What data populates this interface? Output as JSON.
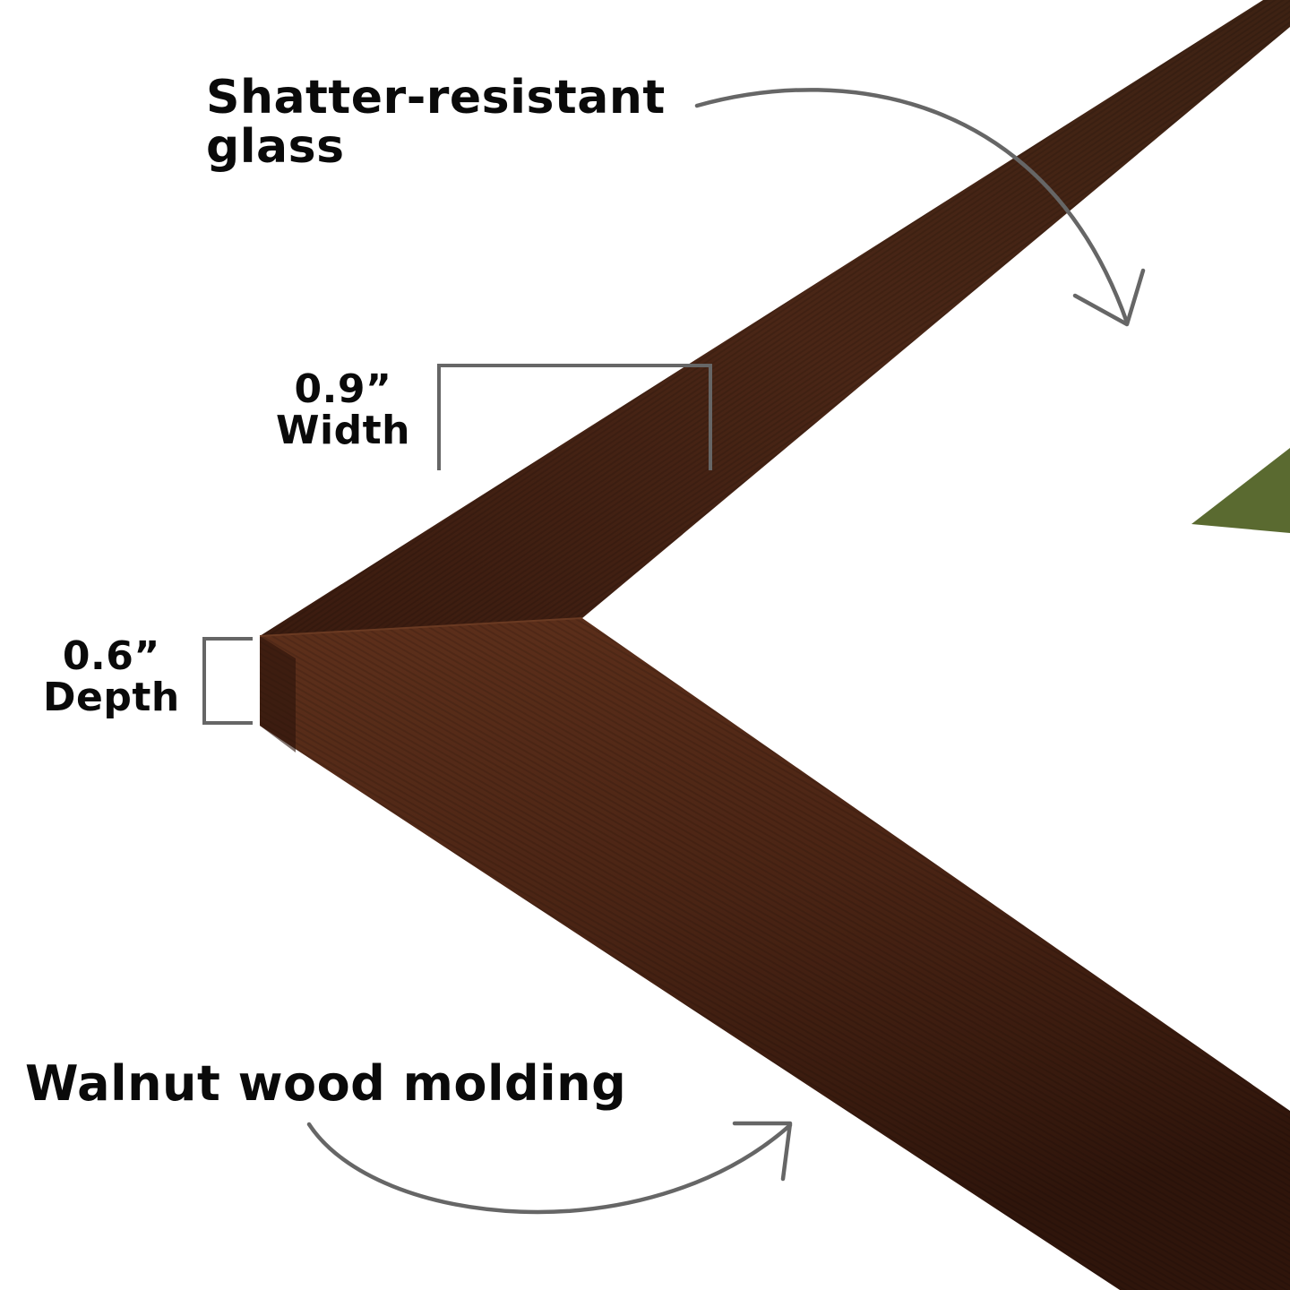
{
  "callouts": {
    "glass": {
      "line1": "Shatter-resistant",
      "line2": "glass"
    },
    "width": {
      "value": "0.9”",
      "label": "Width"
    },
    "depth": {
      "value": "0.6”",
      "label": "Depth"
    },
    "molding": {
      "label": "Walnut wood molding"
    }
  },
  "colors": {
    "wood_light": "#5a2e1a",
    "wood_dark": "#2e150c",
    "annotation": "#666666"
  }
}
